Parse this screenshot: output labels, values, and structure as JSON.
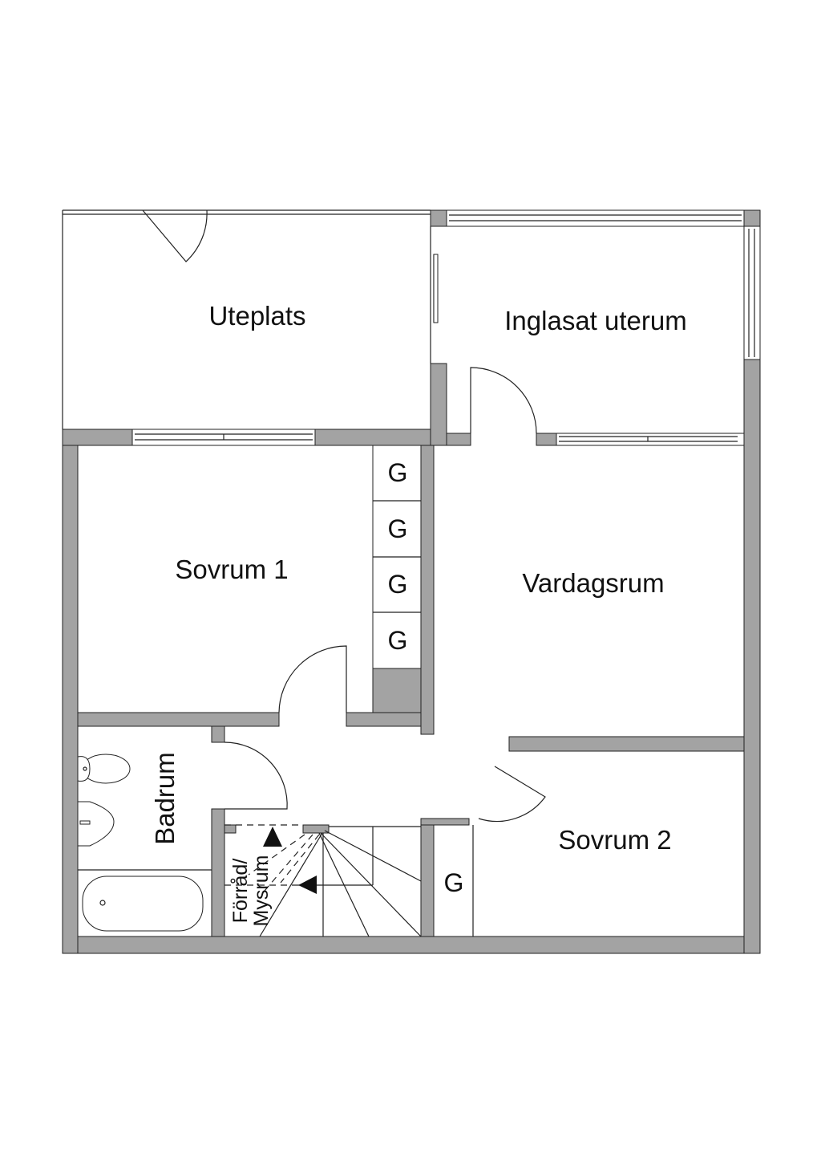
{
  "rooms": {
    "uteplats": "Uteplats",
    "uterum": "Inglasat uterum",
    "sovrum1": "Sovrum 1",
    "vardagsrum": "Vardagsrum",
    "sovrum2": "Sovrum 2",
    "badrum": "Badrum",
    "forrad_line1": "Förråd/",
    "forrad_line2": "Mysrum"
  },
  "closet_label": "G",
  "closets": [
    "G",
    "G",
    "G",
    "G",
    "G"
  ],
  "colors": {
    "wall": "#a3a3a3",
    "line": "#222222"
  }
}
